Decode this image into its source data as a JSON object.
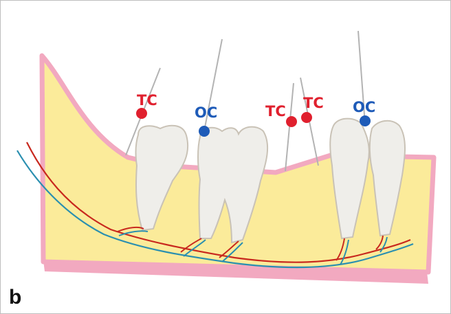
{
  "panel_letter": "b",
  "markers": [
    {
      "label": "TC",
      "type": "tooth-contact"
    },
    {
      "label": "OC",
      "type": "occlusal-contact"
    },
    {
      "label": "TC",
      "type": "tooth-contact"
    },
    {
      "label": "TC",
      "type": "tooth-contact"
    },
    {
      "label": "OC",
      "type": "occlusal-contact"
    }
  ],
  "colors": {
    "tc": "#e0202e",
    "oc": "#1e5bb8",
    "bone": "#fbeb9a",
    "gum": "#f2a9c0",
    "tooth": "#efeeea",
    "nerve_red": "#c8281e",
    "nerve_blue": "#2a8fb0"
  }
}
